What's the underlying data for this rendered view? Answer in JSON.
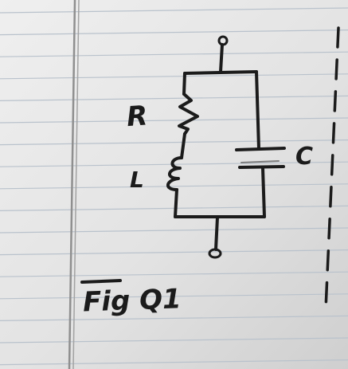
{
  "circuit": {
    "resistor_label": "R",
    "inductor_label": "L",
    "capacitor_label": "C"
  },
  "caption": {
    "text": "Fig Q1"
  },
  "colors": {
    "ink": "#1b1b1b",
    "paper": "#ebebeb",
    "ruled_line": "#b9c2cc",
    "margin_line": "#8a8a8a"
  }
}
